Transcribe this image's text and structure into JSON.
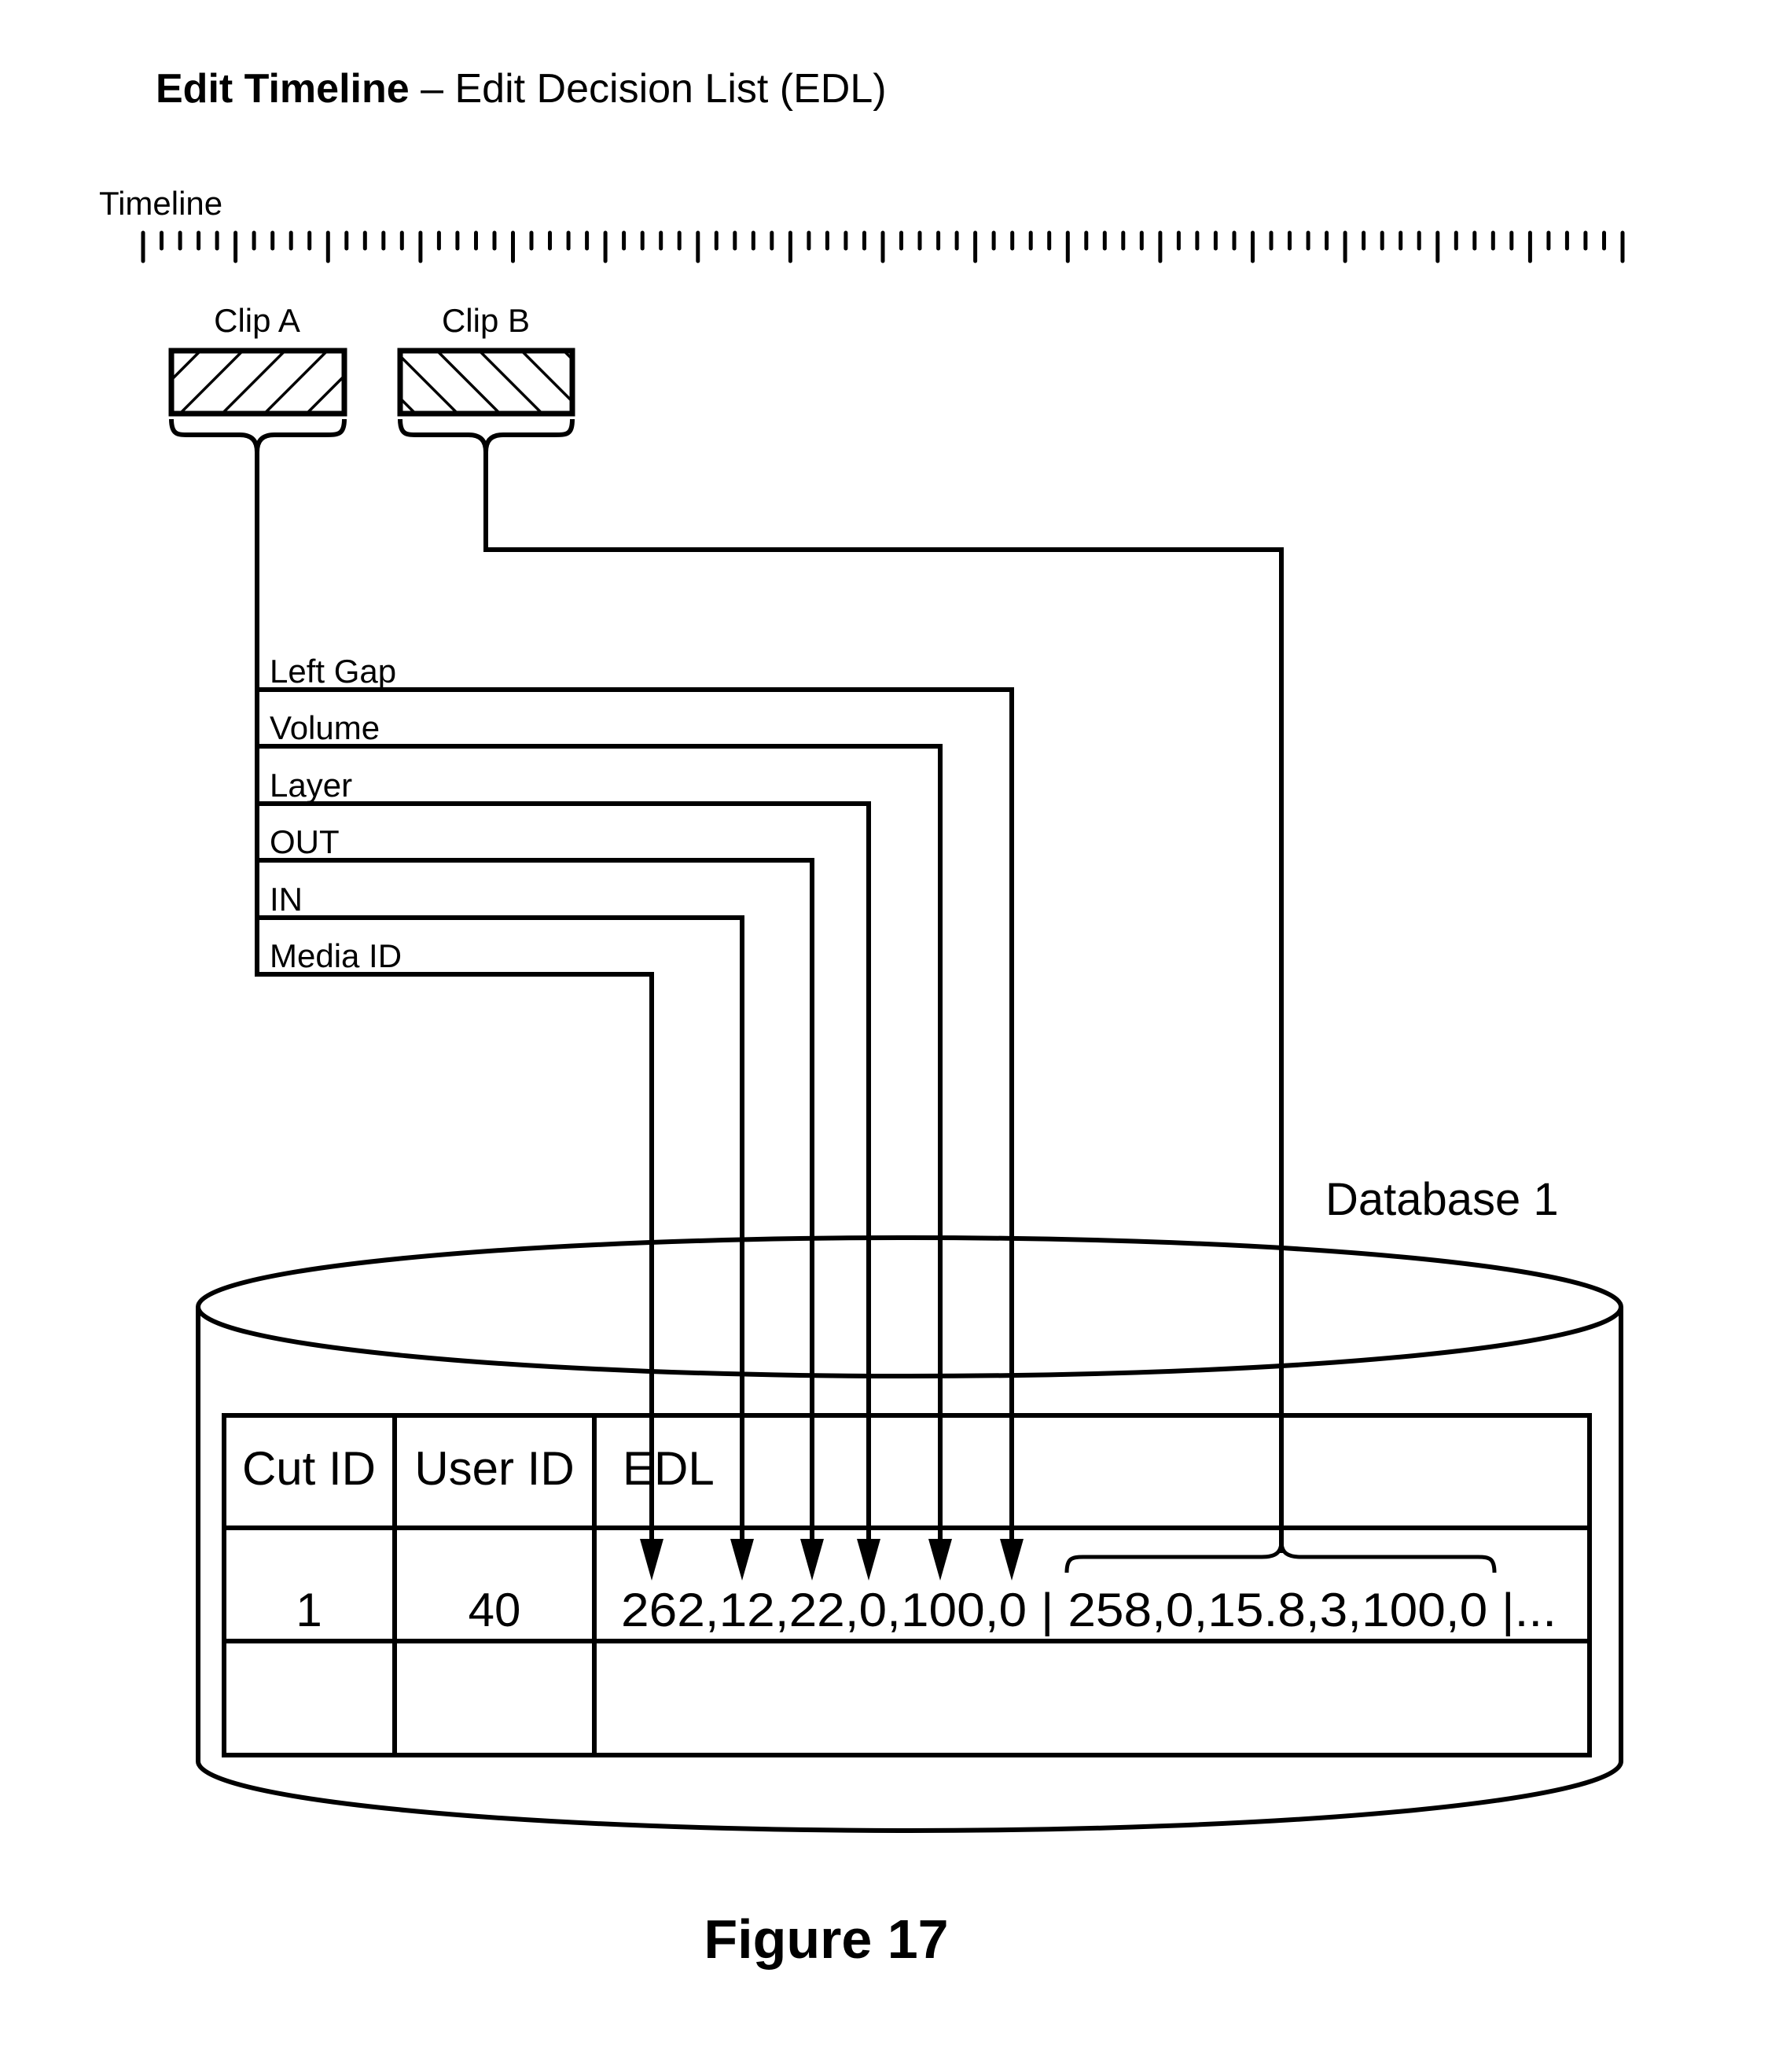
{
  "title": {
    "bold": "Edit Timeline",
    "rest": " – Edit Decision List (EDL)"
  },
  "timeline": {
    "label": "Timeline",
    "tick_count": 81,
    "major_every": 5
  },
  "clips": [
    {
      "label": "Clip A",
      "hatch": "forward-diagonal"
    },
    {
      "label": "Clip B",
      "hatch": "backward-diagonal"
    }
  ],
  "fields": [
    {
      "label": "Left Gap"
    },
    {
      "label": "Volume"
    },
    {
      "label": "Layer"
    },
    {
      "label": "OUT"
    },
    {
      "label": "IN"
    },
    {
      "label": "Media ID"
    }
  ],
  "database": {
    "label": "Database 1",
    "table": {
      "headers": [
        "Cut ID",
        "User ID",
        "EDL"
      ],
      "rows": [
        {
          "cut_id": "1",
          "user_id": "40",
          "edl_clip_a": "262,12,22,0,100,0",
          "separator": " | ",
          "edl_clip_b": "258,0,15.8,3,100,0",
          "trailer": " |..."
        },
        {
          "cut_id": "",
          "user_id": "",
          "edl": ""
        }
      ]
    }
  },
  "caption": "Figure 17"
}
